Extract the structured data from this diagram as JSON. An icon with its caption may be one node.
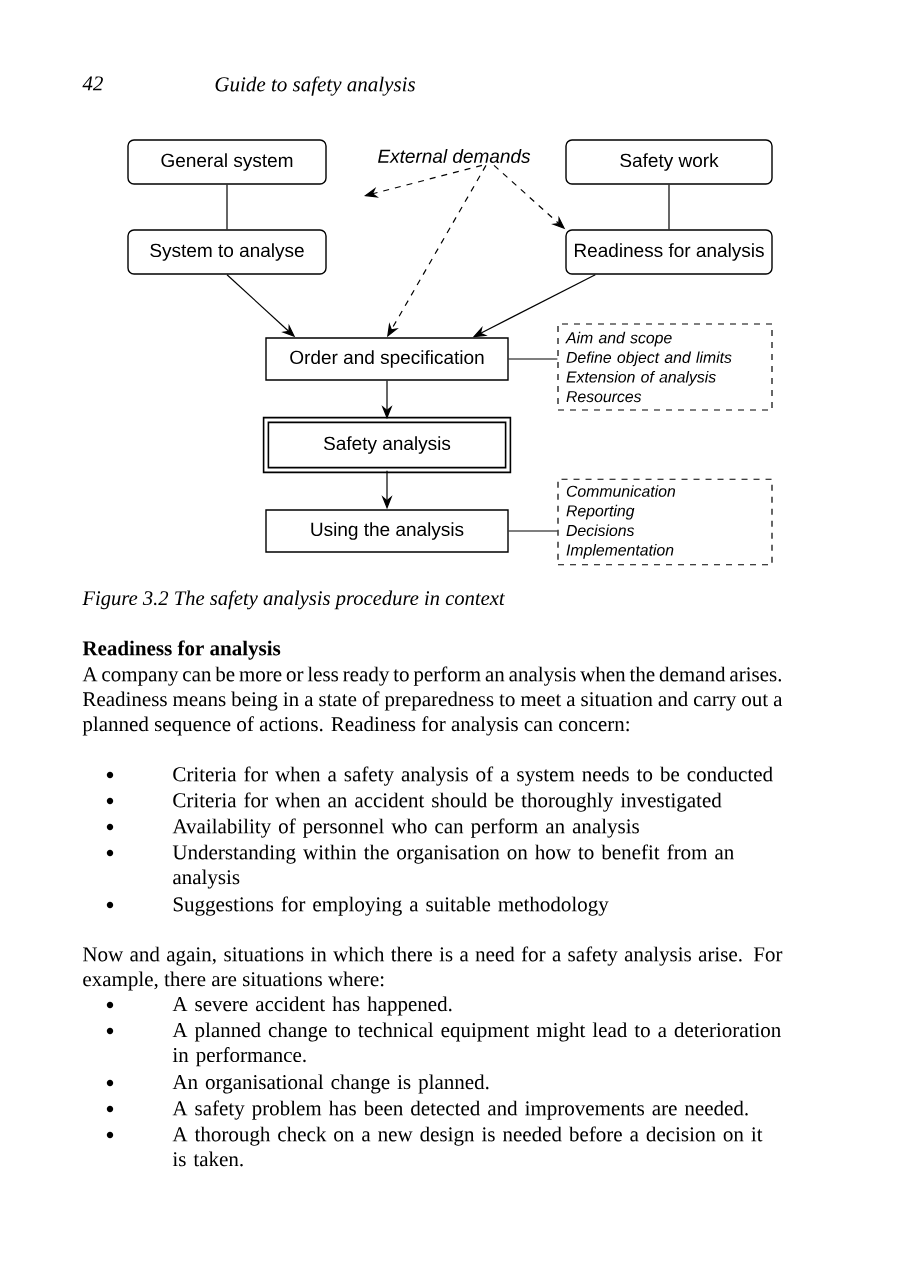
{
  "diagram": {
    "caption": "Figure 3.2 The safety analysis procedure in context",
    "nodes": [
      {
        "text": [
          "General system"
        ]
      },
      {
        "text": [
          "External demands"
        ]
      },
      {
        "text": [
          "Safety work"
        ]
      },
      {
        "text": [
          "System to analyse"
        ]
      },
      {
        "text": [
          "Readiness for analysis"
        ]
      },
      {
        "text": [
          "Order and specification"
        ]
      },
      {
        "text": [
          "Aim and scope",
          "Define object and limits",
          "Extension of analysis",
          "Resources"
        ]
      },
      {
        "text": [
          "Safety analysis"
        ]
      },
      {
        "text": [
          "Using the analysis"
        ]
      },
      {
        "text": [
          "Communication",
          "Reporting",
          "Decisions",
          "Implementation"
        ]
      }
    ],
    "edges": [
      {
        "from": 0,
        "to": 3,
        "arrow": "none"
      },
      {
        "from": 2,
        "to": 4,
        "arrow": "none"
      },
      {
        "from": 3,
        "to": 5,
        "arrow": "to"
      },
      {
        "from": 4,
        "to": 5,
        "arrow": "to"
      },
      {
        "from": 1,
        "to": 5,
        "arrow": "to",
        "style": "dashed"
      },
      {
        "from": 1,
        "to": 4,
        "arrow": "to",
        "style": "dashed"
      },
      {
        "from": 1,
        "to": null,
        "arrow": "to",
        "style": "dashed"
      },
      {
        "from": 5,
        "to": 6,
        "arrow": "none"
      },
      {
        "from": 5,
        "to": 7,
        "arrow": "to"
      },
      {
        "from": 7,
        "to": 8,
        "arrow": "to"
      },
      {
        "from": 8,
        "to": 9,
        "arrow": "none"
      }
    ],
    "labels": [
      "42",
      "Guide to safety analysis",
      "Readiness for analysis",
      "A company can be more or less ready to perform an analysis when the demand arises. Readiness means being in a state of preparedness to meet a situation and carry out a planned sequence of actions. Readiness for analysis can concern:",
      "Criteria for when a safety analysis of a system needs to be conducted",
      "Criteria for when an accident should be thoroughly investigated",
      "Availability of personnel who can perform an analysis",
      "Understanding within the organisation on how to benefit from an analysis",
      "Suggestions for employing a suitable methodology",
      "Now and again, situations in which there is a need for a safety analysis arise. For example, there are situations where:",
      "A severe accident has happened.",
      "A planned change to technical equipment might lead to a deterioration in performance.",
      "An organisational change is planned.",
      "A safety problem has been detected and improvements are needed.",
      "A thorough check on a new design is needed before a decision on it is taken."
    ]
  }
}
